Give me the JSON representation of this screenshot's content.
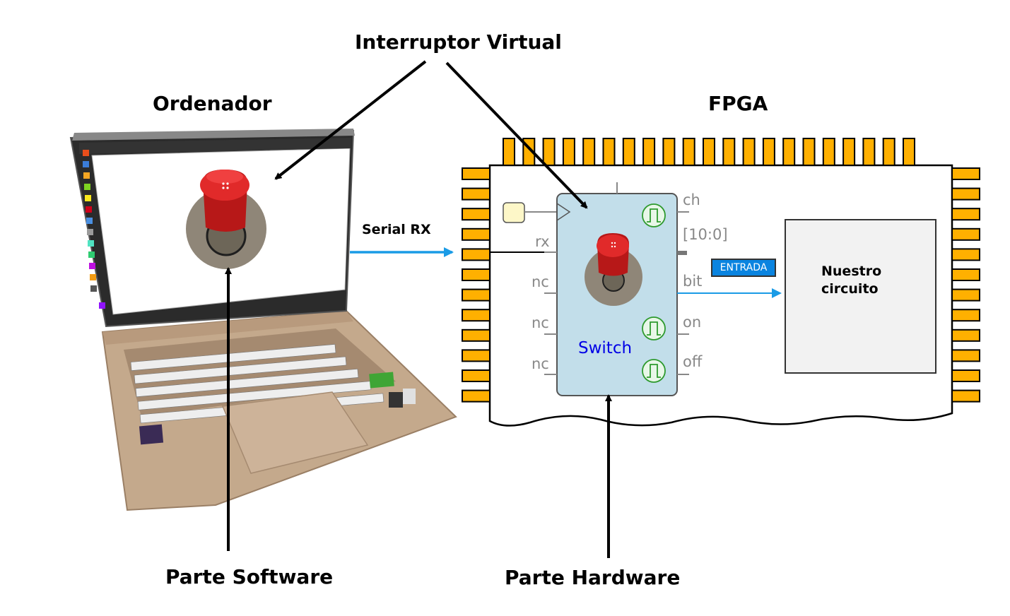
{
  "labels": {
    "top_title": "Interruptor Virtual",
    "computer": "Ordenador",
    "fpga": "FPGA",
    "software": "Parte Software",
    "hardware": "Parte Hardware",
    "serial": "Serial RX"
  },
  "switch_block": {
    "name": "Switch",
    "inputs": [
      "rx",
      "nc",
      "nc",
      "nc"
    ],
    "outputs": [
      "ch",
      "[10:0]",
      "bit",
      "on",
      "off"
    ]
  },
  "wire_label": "ENTRADA",
  "circuit_label": "Nuestro circuito",
  "colors": {
    "pins": "#ffb000",
    "arrow_blue": "#1a9be6",
    "switch_bg": "#c2deea",
    "button_red": "#d42020",
    "button_base": "#8f8678",
    "switch_text": "#0000e6"
  },
  "icons": [
    "laptop-image",
    "red-button-icon",
    "pulse-icon",
    "clock-icon"
  ]
}
